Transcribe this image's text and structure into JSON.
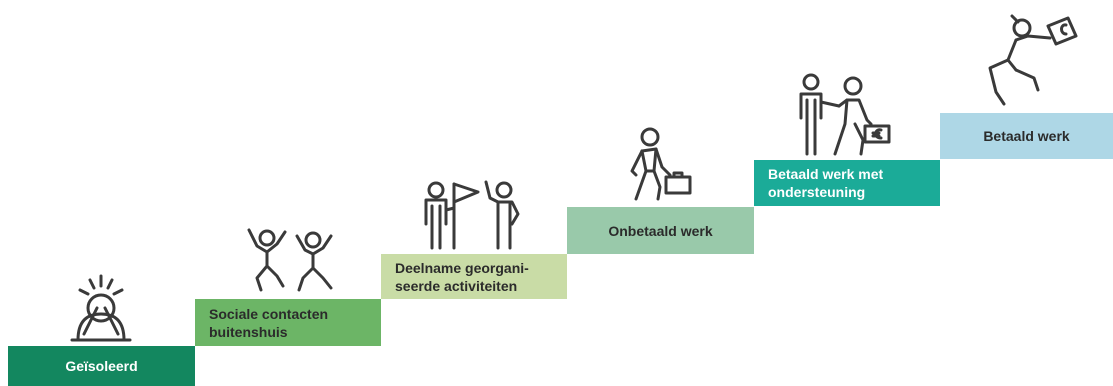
{
  "steps": [
    {
      "label": "Geïsoleerd",
      "color": "#13875f",
      "icon": "isolated-person-icon"
    },
    {
      "label": "Sociale contacten buitenshuis",
      "color": "#6cb566",
      "icon": "two-people-jumping-icon"
    },
    {
      "label": "Deelname georgani-seerde activiteiten",
      "color": "#c9dca6",
      "icon": "group-with-flag-icon"
    },
    {
      "label": "Onbetaald werk",
      "color": "#99c9aa",
      "icon": "walking-person-with-briefcase-icon"
    },
    {
      "label": "Betaald werk met ondersteuning",
      "color": "#1bab98",
      "icon": "supported-worker-with-euro-briefcase-icon"
    },
    {
      "label": "Betaald werk",
      "color": "#aed7e6",
      "icon": "running-person-with-euro-briefcase-icon"
    }
  ]
}
